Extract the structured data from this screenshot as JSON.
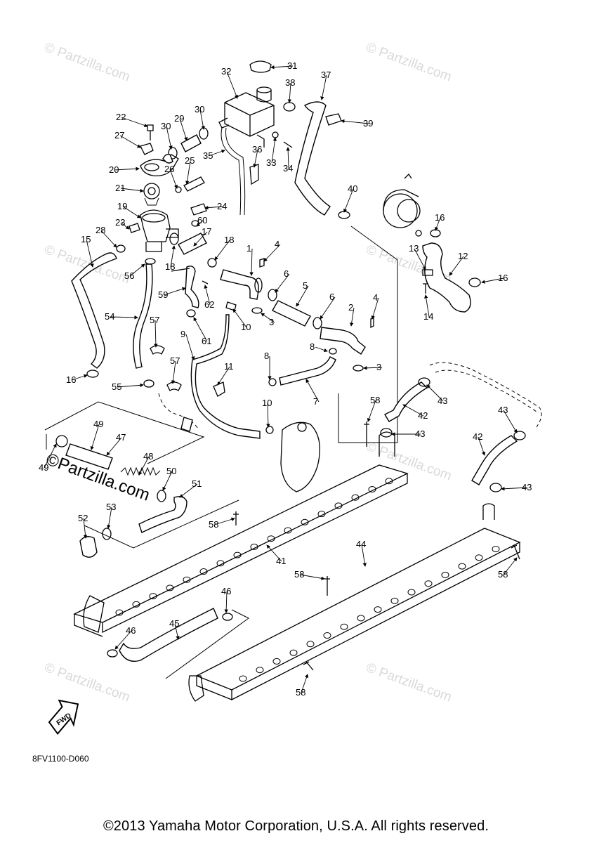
{
  "watermark": {
    "text": "© Partzilla.com",
    "main_text": "©Partzilla.com"
  },
  "callouts": [
    "1",
    "2",
    "3",
    "3",
    "4",
    "4",
    "5",
    "6",
    "6",
    "7",
    "8",
    "8",
    "9",
    "10",
    "10",
    "11",
    "12",
    "13",
    "14",
    "15",
    "16",
    "16",
    "16",
    "17",
    "18",
    "18",
    "19",
    "20",
    "21",
    "22",
    "23",
    "24",
    "25",
    "26",
    "27",
    "28",
    "29",
    "30",
    "30",
    "31",
    "32",
    "33",
    "34",
    "35",
    "36",
    "37",
    "38",
    "39",
    "40",
    "41",
    "42",
    "42",
    "43",
    "43",
    "43",
    "43",
    "44",
    "45",
    "46",
    "46",
    "47",
    "48",
    "49",
    "49",
    "50",
    "51",
    "52",
    "53",
    "54",
    "55",
    "56",
    "57",
    "57",
    "58",
    "58",
    "58",
    "58",
    "58",
    "59",
    "60",
    "61",
    "62"
  ],
  "fwd_label": "FWD",
  "drawing_code": "8FV1100-D060",
  "copyright": "©2013 Yamaha Motor Corporation, U.S.A. All rights reserved."
}
